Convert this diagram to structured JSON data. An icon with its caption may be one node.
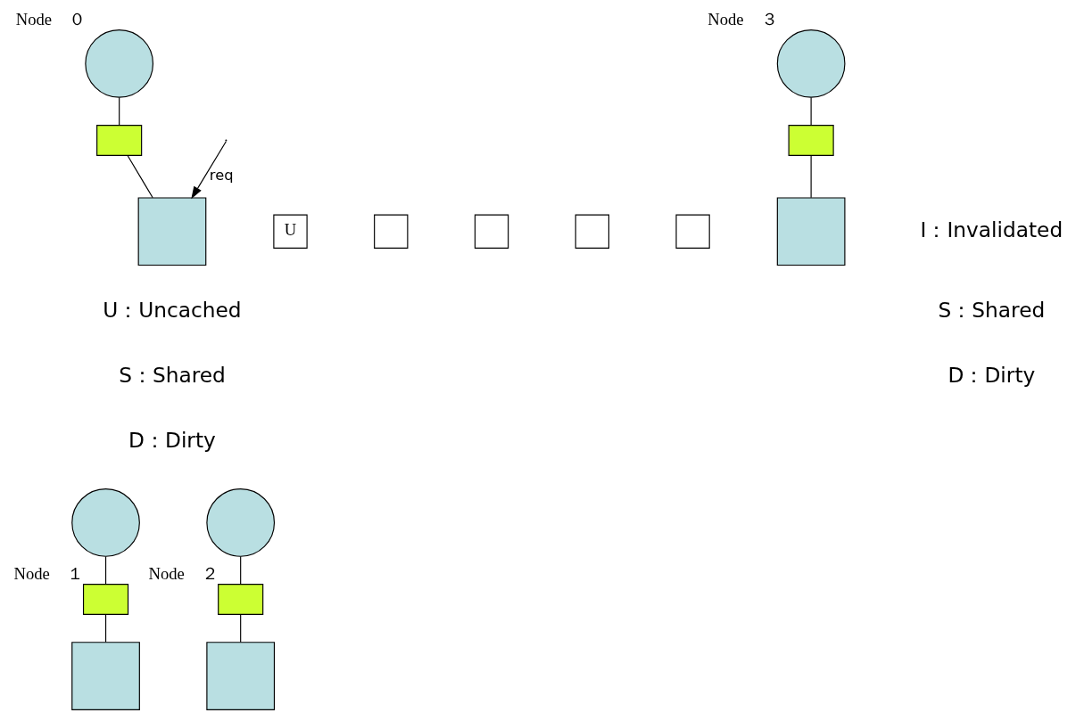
{
  "diagram": {
    "nodes": [
      {
        "text": [],
        "shape": "circle",
        "beside": [
          "Node　０"
        ]
      },
      {
        "text": [],
        "shape": "box"
      },
      {
        "text": [],
        "shape": "box"
      },
      {
        "text": [
          "U"
        ]
      },
      {
        "text": [],
        "shape": "box"
      },
      {
        "text": [],
        "shape": "box"
      },
      {
        "text": [],
        "shape": "box"
      },
      {
        "text": [],
        "shape": "box"
      },
      {
        "text": [],
        "shape": "circle",
        "beside": [
          "Node　３"
        ]
      },
      {
        "text": [],
        "shape": "box"
      },
      {
        "text": [],
        "shape": "box"
      },
      {
        "text": [],
        "shape": "circle"
      },
      {
        "text": [],
        "shape": "box",
        "beside": [
          "Node　１"
        ]
      },
      {
        "text": [],
        "shape": "box"
      },
      {
        "text": [],
        "shape": "circle"
      },
      {
        "text": [],
        "shape": "box",
        "beside": [
          "Node　２"
        ]
      },
      {
        "text": [],
        "shape": "box"
      }
    ],
    "edges": [
      {
        "from": 0,
        "to": 1,
        "arrow": "none"
      },
      {
        "from": 1,
        "to": 2,
        "arrow": "none"
      },
      {
        "from": 8,
        "to": 9,
        "arrow": "none"
      },
      {
        "from": 9,
        "to": 10,
        "arrow": "none"
      },
      {
        "from": 11,
        "to": 12,
        "arrow": "none"
      },
      {
        "from": 12,
        "to": 13,
        "arrow": "none"
      },
      {
        "from": 14,
        "to": 15,
        "arrow": "none"
      },
      {
        "from": 15,
        "to": 16,
        "arrow": "none"
      },
      {
        "from": null,
        "to": 2,
        "arrow": "to",
        "label": "req"
      }
    ],
    "labels": [
      "I：Invalidated",
      "S：Shared",
      "D：Dirty",
      "U：Uncached",
      "S：Shared",
      "D：Dirty"
    ]
  }
}
